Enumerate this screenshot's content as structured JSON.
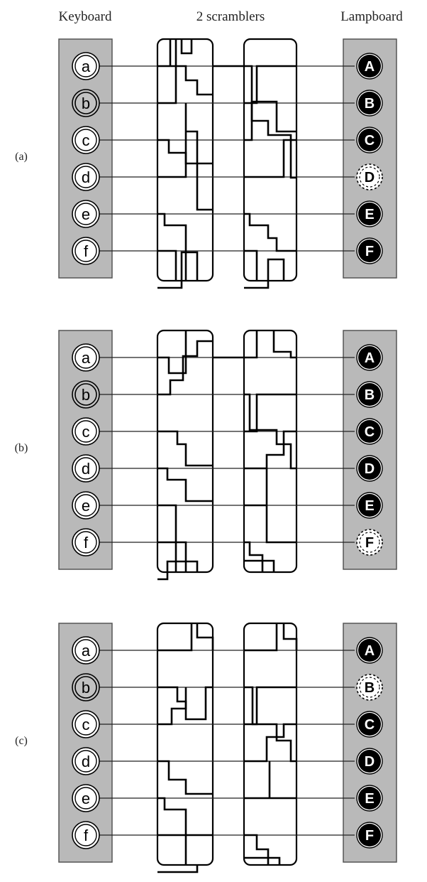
{
  "headers": {
    "keyboard": "Keyboard",
    "scramblers": "2 scramblers",
    "lampboard": "Lampboard"
  },
  "panels": [
    {
      "label": "(a)",
      "keys": [
        "a",
        "b",
        "c",
        "d",
        "e",
        "f"
      ],
      "pressed_key": "b",
      "lamps": [
        "A",
        "B",
        "C",
        "D",
        "E",
        "F"
      ],
      "lit_lamp": "D"
    },
    {
      "label": "(b)",
      "keys": [
        "a",
        "b",
        "c",
        "d",
        "e",
        "f"
      ],
      "pressed_key": "b",
      "lamps": [
        "A",
        "B",
        "C",
        "D",
        "E",
        "F"
      ],
      "lit_lamp": "F"
    },
    {
      "label": "(c)",
      "keys": [
        "a",
        "b",
        "c",
        "d",
        "e",
        "f"
      ],
      "pressed_key": "b",
      "lamps": [
        "A",
        "B",
        "C",
        "D",
        "E",
        "F"
      ],
      "lit_lamp": "B"
    }
  ],
  "colors": {
    "panel_fill": "#b9b9b9",
    "pressed_key_fill": "#c2c2c2",
    "lamp_fill": "#000000",
    "wire": "#000000"
  }
}
